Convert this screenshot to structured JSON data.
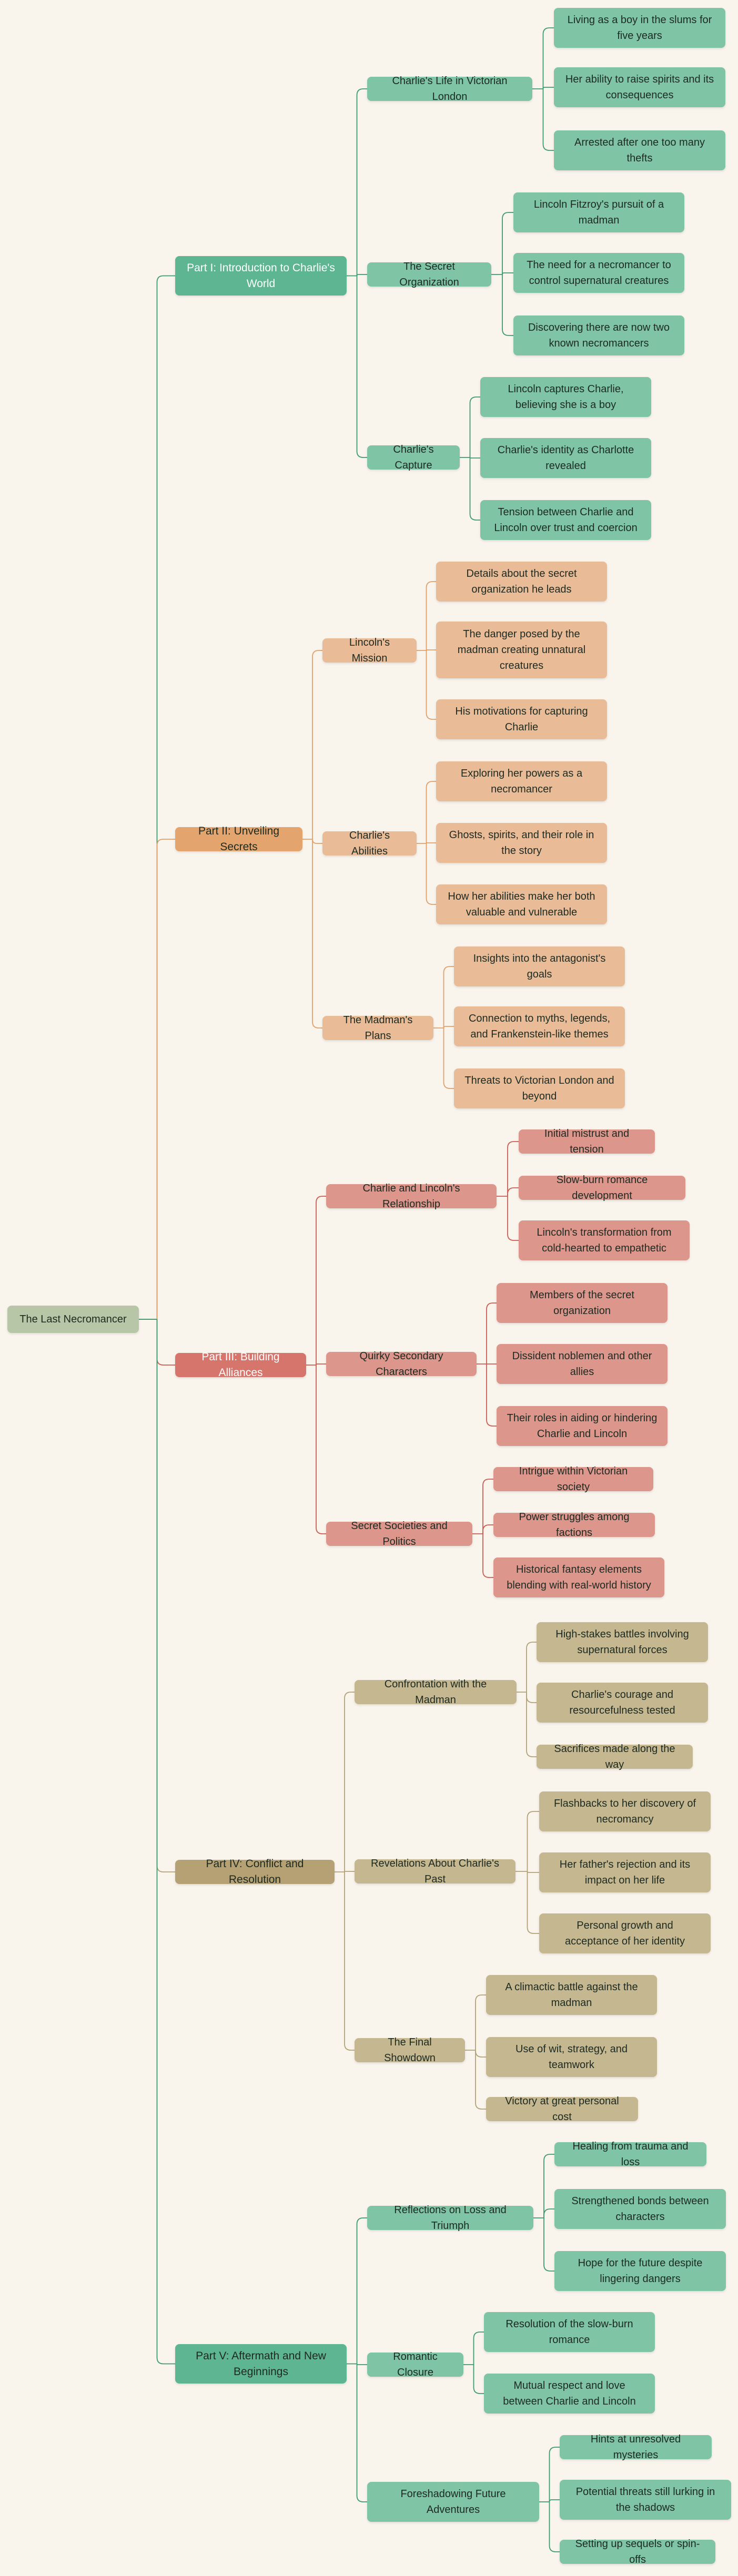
{
  "root": {
    "label": "The Last Necromancer"
  },
  "colors": {
    "part1": "#5db592",
    "part1_light": "#7fc5a5",
    "part1_line": "#3e9a70",
    "part2": "#e3a46e",
    "part2_light": "#e9bc97",
    "part2_line": "#e0a06c",
    "part3": "#d6756c",
    "part3_light": "#dc968c",
    "part3_line": "#cc5c54",
    "part4": "#b5a174",
    "part4_light": "#c5b78f",
    "part4_line": "#b2a278",
    "part5": "#5db592",
    "part5_light": "#7fc5a5",
    "part5_line": "#3e9a70"
  },
  "parts": [
    {
      "label": "Part I: Introduction to Charlie's World",
      "children": [
        {
          "label": "Charlie's Life in Victorian London",
          "children": [
            "Living as a boy in the slums for five years",
            "Her ability to raise spirits and its consequences",
            "Arrested after one too many thefts"
          ]
        },
        {
          "label": "The Secret Organization",
          "children": [
            "Lincoln Fitzroy's pursuit of a madman",
            "The need for a necromancer to control supernatural creatures",
            "Discovering there are now two known necromancers"
          ]
        },
        {
          "label": "Charlie's Capture",
          "children": [
            "Lincoln captures Charlie, believing she is a boy",
            "Charlie's identity as Charlotte revealed",
            "Tension between Charlie and Lincoln over trust and coercion"
          ]
        }
      ]
    },
    {
      "label": "Part II: Unveiling Secrets",
      "children": [
        {
          "label": "Lincoln's Mission",
          "children": [
            "Details about the secret organization he leads",
            "The danger posed by the madman creating unnatural creatures",
            "His motivations for capturing Charlie"
          ]
        },
        {
          "label": "Charlie's Abilities",
          "children": [
            "Exploring her powers as a necromancer",
            "Ghosts, spirits, and their role in the story",
            "How her abilities make her both valuable and vulnerable"
          ]
        },
        {
          "label": "The Madman's Plans",
          "children": [
            "Insights into the antagonist's goals",
            "Connection to myths, legends, and Frankenstein-like themes",
            "Threats to Victorian London and beyond"
          ]
        }
      ]
    },
    {
      "label": "Part III: Building Alliances",
      "children": [
        {
          "label": "Charlie and Lincoln's Relationship",
          "children": [
            "Initial mistrust and tension",
            "Slow-burn romance development",
            "Lincoln's transformation from cold-hearted to empathetic"
          ]
        },
        {
          "label": "Quirky Secondary Characters",
          "children": [
            "Members of the secret organization",
            "Dissident noblemen and other allies",
            "Their roles in aiding or hindering Charlie and Lincoln"
          ]
        },
        {
          "label": "Secret Societies and Politics",
          "children": [
            "Intrigue within Victorian society",
            "Power struggles among factions",
            "Historical fantasy elements blending with real-world history"
          ]
        }
      ]
    },
    {
      "label": "Part IV: Conflict and Resolution",
      "children": [
        {
          "label": "Confrontation with the Madman",
          "children": [
            "High-stakes battles involving supernatural forces",
            "Charlie's courage and resourcefulness tested",
            "Sacrifices made along the way"
          ]
        },
        {
          "label": "Revelations About Charlie's Past",
          "children": [
            "Flashbacks to her discovery of necromancy",
            "Her father's rejection and its impact on her life",
            "Personal growth and acceptance of her identity"
          ]
        },
        {
          "label": "The Final Showdown",
          "children": [
            "A climactic battle against the madman",
            "Use of wit, strategy, and teamwork",
            "Victory at great personal cost"
          ]
        }
      ]
    },
    {
      "label": "Part V: Aftermath and New Beginnings",
      "children": [
        {
          "label": "Reflections on Loss and Triumph",
          "children": [
            "Healing from trauma and loss",
            "Strengthened bonds between characters",
            "Hope for the future despite lingering dangers"
          ]
        },
        {
          "label": "Romantic Closure",
          "children": [
            "Resolution of the slow-burn romance",
            "Mutual respect and love between Charlie and Lincoln"
          ]
        },
        {
          "label": "Foreshadowing Future Adventures",
          "children": [
            "Hints at unresolved mysteries",
            "Potential threats still lurking in the shadows",
            "Setting up sequels or spin-offs"
          ]
        }
      ]
    }
  ]
}
